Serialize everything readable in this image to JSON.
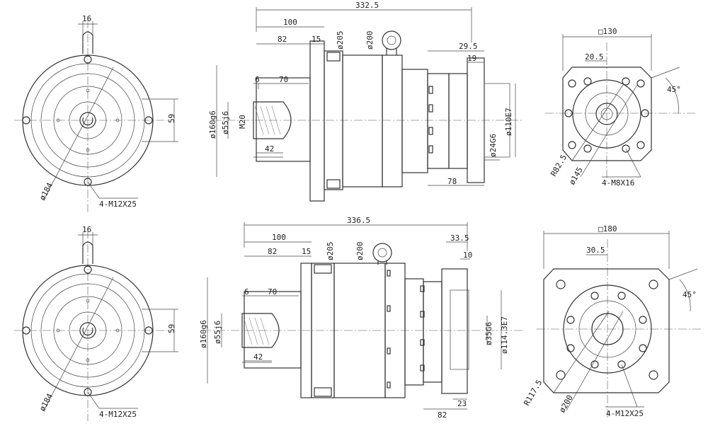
{
  "top": {
    "front": {
      "key_width": "16",
      "offset": "59",
      "pcd": "ø184",
      "holes": "4-M12X25"
    },
    "side": {
      "total_length": "332.5",
      "length_100": "100",
      "length_82": "82",
      "length_15": "15",
      "dia_205": "ø205",
      "dia_200": "ø200",
      "flange_29_5": "29.5",
      "flange_19": "19",
      "key_6": "6",
      "shaft_70": "70",
      "dia_160g6": "ø160g6",
      "dia_55j6": "ø55j6",
      "thread_m20": "M20",
      "length_42": "42",
      "dia_110e7": "ø110E7",
      "dia_24g6": "ø24G6",
      "length_78": "78"
    },
    "rear": {
      "square": "□130",
      "offset": "20.5",
      "angle": "45°",
      "radius": "R82.5",
      "pcd": "ø145",
      "holes": "4-M8X16"
    }
  },
  "bottom": {
    "front": {
      "key_width": "16",
      "offset": "59",
      "pcd": "ø184",
      "holes": "4-M12X25"
    },
    "side": {
      "total_length": "336.5",
      "length_100": "100",
      "length_82": "82",
      "length_15": "15",
      "dia_205": "ø205",
      "dia_200": "ø200",
      "flange_33_5": "33.5",
      "flange_10": "10",
      "key_6": "6",
      "shaft_70": "70",
      "dia_160g6": "ø160g6",
      "dia_55j6": "ø55j6",
      "length_42": "42",
      "dia_35g6": "ø35G6",
      "dia_114_3e7": "ø114.3E7",
      "length_23": "23",
      "length_82b": "82"
    },
    "rear": {
      "square": "□180",
      "offset": "30.5",
      "angle": "45°",
      "radius": "R117.5",
      "pcd": "ø200",
      "holes": "4-M12X25"
    }
  }
}
